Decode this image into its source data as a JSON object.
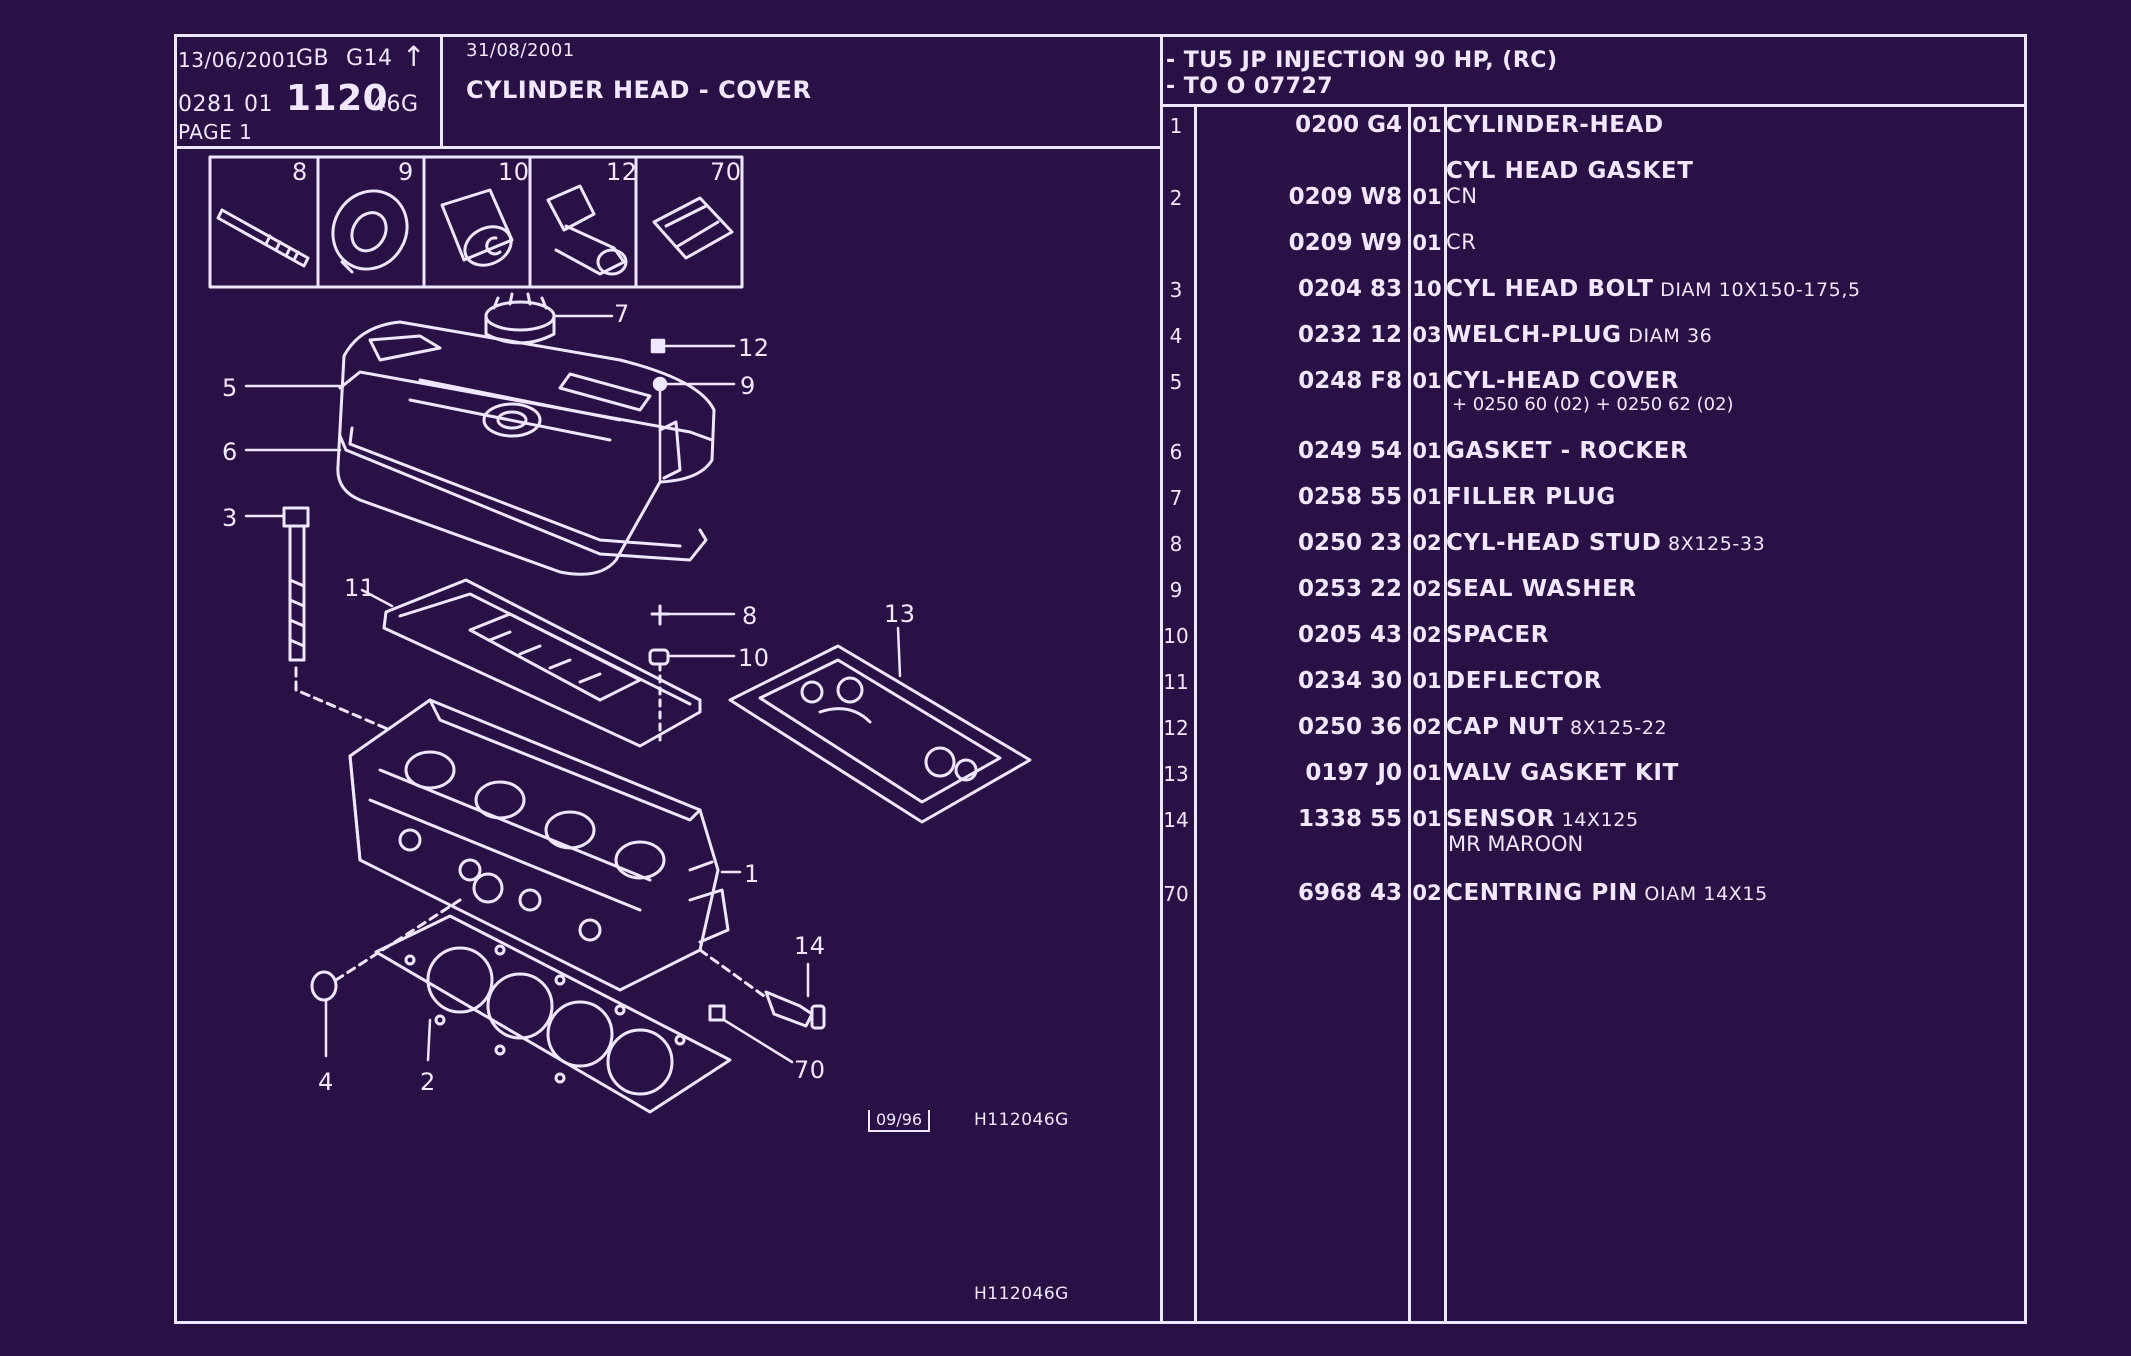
{
  "header": {
    "date1": "13/06/2001",
    "lang": "GB",
    "group": "G14",
    "arrow": "↑",
    "code_a": "0281",
    "code_b": "01",
    "code_big": "1120",
    "code_suffix": "46G",
    "page": "PAGE 1",
    "date2": "31/08/2001",
    "title": "CYLINDER HEAD - COVER",
    "model_line1": "- TU5 JP INJECTION 90 HP, (RC)",
    "model_line2": "- TO O  07727"
  },
  "inset_numbers": [
    "8",
    "9",
    "10",
    "12",
    "70"
  ],
  "diagram": {
    "callouts": [
      "7",
      "12",
      "9",
      "5",
      "6",
      "3",
      "11",
      "8",
      "10",
      "13",
      "1",
      "14",
      "4",
      "2",
      "70"
    ],
    "stamp_date": "09/96",
    "ref_code": "H112046G",
    "footer_code": "H112046G"
  },
  "parts": [
    {
      "num": "1",
      "ref": "0200 G4",
      "qty": "01",
      "name": "CYLINDER-HEAD",
      "ext": ""
    },
    {
      "num": "",
      "ref": "",
      "qty": "",
      "name": "CYL HEAD GASKET",
      "ext": ""
    },
    {
      "num": "2",
      "ref": "0209 W8",
      "qty": "01",
      "name": "CN",
      "ext": ""
    },
    {
      "num": "",
      "ref": "0209 W9",
      "qty": "01",
      "name": "CR",
      "ext": ""
    },
    {
      "num": "3",
      "ref": "0204 83",
      "qty": "10",
      "name": "CYL HEAD BOLT",
      "ext": "DIAM 10X150-175,5"
    },
    {
      "num": "4",
      "ref": "0232 12",
      "qty": "03",
      "name": "WELCH-PLUG",
      "ext": "DIAM 36"
    },
    {
      "num": "5",
      "ref": "0248 F8",
      "qty": "01",
      "name": "CYL-HEAD COVER",
      "ext": "",
      "sub": "+ 0250 60 (02) + 0250 62 (02)"
    },
    {
      "num": "6",
      "ref": "0249 54",
      "qty": "01",
      "name": "GASKET - ROCKER",
      "ext": ""
    },
    {
      "num": "7",
      "ref": "0258 55",
      "qty": "01",
      "name": "FILLER PLUG",
      "ext": ""
    },
    {
      "num": "8",
      "ref": "0250 23",
      "qty": "02",
      "name": "CYL-HEAD STUD",
      "ext": "8X125-33"
    },
    {
      "num": "9",
      "ref": "0253 22",
      "qty": "02",
      "name": "SEAL WASHER",
      "ext": ""
    },
    {
      "num": "10",
      "ref": "0205 43",
      "qty": "02",
      "name": "SPACER",
      "ext": ""
    },
    {
      "num": "11",
      "ref": "0234 30",
      "qty": "01",
      "name": "DEFLECTOR",
      "ext": ""
    },
    {
      "num": "12",
      "ref": "0250 36",
      "qty": "02",
      "name": "CAP NUT",
      "ext": "8X125-22"
    },
    {
      "num": "13",
      "ref": "0197 J0",
      "qty": "01",
      "name": "VALV GASKET KIT",
      "ext": ""
    },
    {
      "num": "14",
      "ref": "1338 55",
      "qty": "01",
      "name": "SENSOR",
      "ext": "14X125",
      "sub": "MR MAROON"
    },
    {
      "num": "70",
      "ref": "6968 43",
      "qty": "02",
      "name": "CENTRING PIN",
      "ext": "OIAM 14X15"
    }
  ]
}
